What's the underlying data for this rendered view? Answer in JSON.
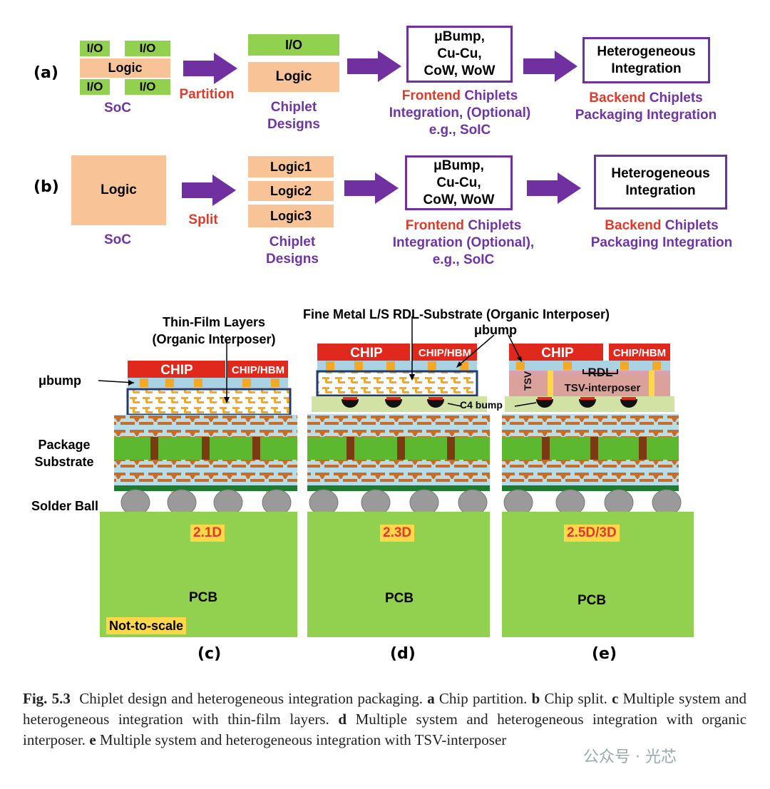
{
  "row_a": {
    "label": "(a)",
    "soc_io": [
      "I/O",
      "I/O",
      "I/O",
      "I/O"
    ],
    "soc_logic": "Logic",
    "soc_caption": "SoC",
    "action": "Partition",
    "chiplet_io": "I/O",
    "chiplet_logic": "Logic",
    "chiplet_caption": [
      "Chiplet",
      "Designs"
    ],
    "frontend_box": [
      "μBump,",
      "Cu-Cu,",
      "CoW, WoW"
    ],
    "frontend_caption_red": "Frontend",
    "frontend_caption_purple": " Chiplets",
    "frontend_caption_2": "Integration, (Optional)",
    "frontend_caption_3": "e.g., SoIC",
    "backend_box": [
      "Heterogeneous",
      "Integration"
    ],
    "backend_caption_red": "Backend",
    "backend_caption_purple": " Chiplets",
    "backend_caption_2": "Packaging Integration"
  },
  "row_b": {
    "label": "(b)",
    "soc_logic": "Logic",
    "soc_caption": "SoC",
    "action": "Split",
    "chiplets": [
      "Logic1",
      "Logic2",
      "Logic3"
    ],
    "chiplet_caption": [
      "Chiplet",
      "Designs"
    ],
    "frontend_box": [
      "μBump,",
      "Cu-Cu,",
      "CoW, WoW"
    ],
    "frontend_caption_red": "Frontend",
    "frontend_caption_purple": " Chiplets",
    "frontend_caption_2": "Integration (Optional),",
    "frontend_caption_3": "e.g., SoIC",
    "backend_box": [
      "Heterogeneous",
      "Integration"
    ],
    "backend_caption_red": "Backend",
    "backend_caption_purple": " Chiplets",
    "backend_caption_2": "Packaging Integration"
  },
  "cross_section": {
    "thin_film_label": [
      "Thin-Film Layers",
      "(Organic Interposer)"
    ],
    "rdl_label": "Fine Metal L/S RDL-Substrate (Organic Interposer)",
    "ubump_top": "μbump",
    "ubump_left": "μbump",
    "package_substrate": [
      "Package",
      "Substrate"
    ],
    "solder_ball": "Solder Ball",
    "chip": "CHIP",
    "chip_hbm": "CHIP/HBM",
    "c4_bump": "C4 bump",
    "tsv": "TSV",
    "rdl": "RDL",
    "tsv_interposer": "TSV-interposer",
    "pcb": "PCB",
    "tags": [
      "2.1D",
      "2.3D",
      "2.5D/3D"
    ],
    "not_to_scale": "Not-to-scale",
    "panel_labels": [
      "(c)",
      "(d)",
      "(e)"
    ]
  },
  "caption": {
    "fig": "Fig. 5.3",
    "lead": "Chiplet design and heterogeneous integration packaging.",
    "a": "a",
    "a_text": "Chip partition.",
    "b": "b",
    "b_text": "Chip split.",
    "c": "c",
    "c_text": "Multiple system and heterogeneous integration with thin-film layers.",
    "d": "d",
    "d_text": "Multiple system and heterogeneous integration with organic interposer.",
    "e": "e",
    "e_text": "Multiple system and heterogeneous integration with TSV-interposer"
  },
  "watermark": "公众号 · 光芯",
  "colors": {
    "purple": "#7030a0",
    "red": "#e03a2a",
    "green": "#92d050",
    "peach": "#f8c497",
    "chip_red": "#e0281c",
    "interposer_blue": "#a9d3e3",
    "copper": "#c86c2a",
    "via_brown": "#7a3a12",
    "pcb_green": "#92d050",
    "ball_grey": "#9a9a9a",
    "tag_yellow": "#ffd84a"
  }
}
